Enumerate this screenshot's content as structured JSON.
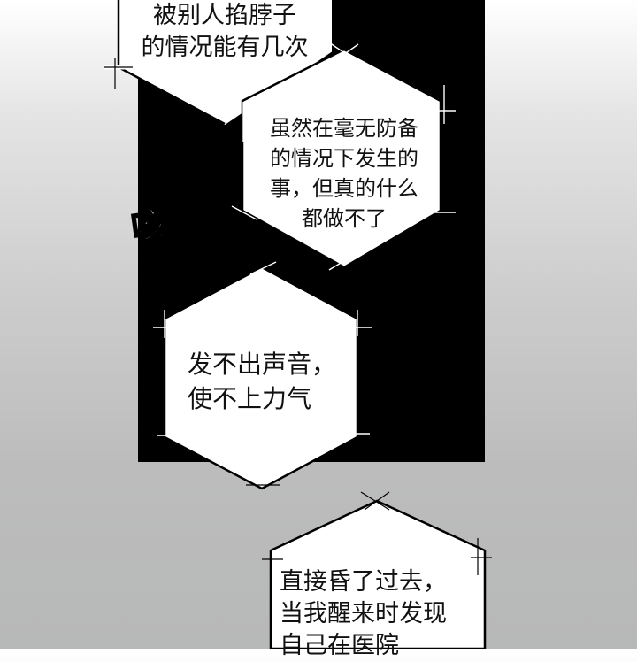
{
  "bubbles": {
    "b1": {
      "lines": [
        "被别人掐脖子",
        "的情况能有几次"
      ]
    },
    "b2": {
      "lines": [
        "虽然在毫无防备",
        "的情况下发生的",
        "事，但真的什么",
        "都做不了"
      ]
    },
    "b3": {
      "lines": [
        "发不出声音，",
        "使不上力气"
      ]
    },
    "b4": {
      "lines": [
        "直接昏了过去，",
        "当我醒来时发现",
        "自己在医院"
      ]
    }
  },
  "sfx": {
    "text": "咳"
  }
}
